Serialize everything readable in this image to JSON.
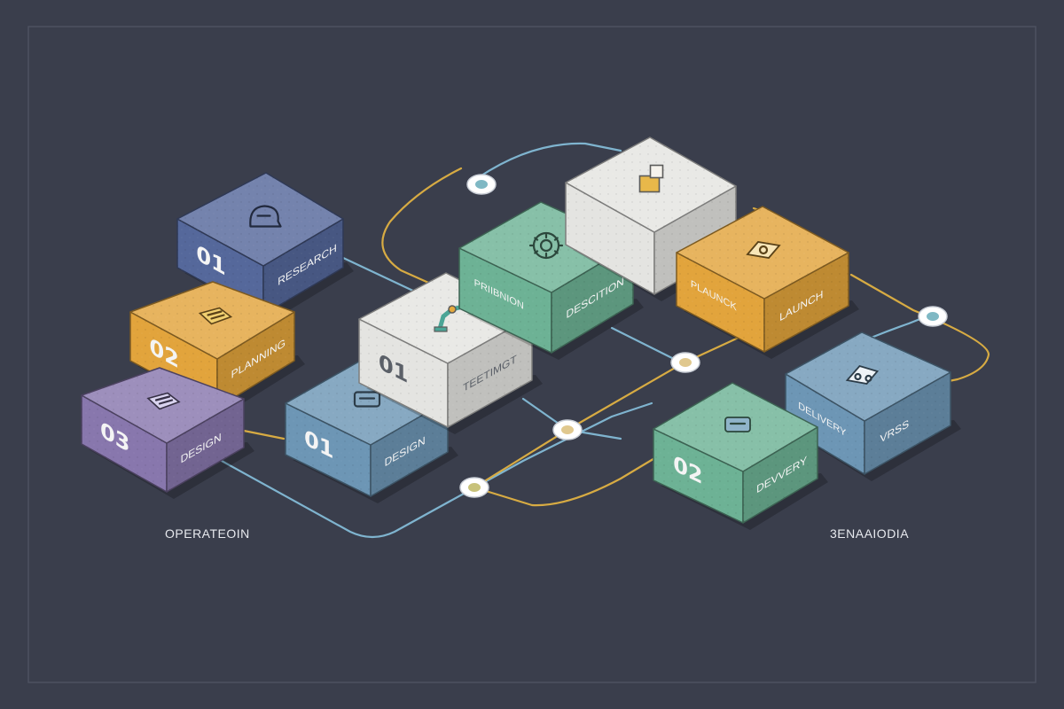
{
  "captions": {
    "left": "OPERATEOIN",
    "right": "3ENAAIODIA"
  },
  "colors": {
    "background": "#3a3e4c",
    "connector_blue": "#7fb4cf",
    "connector_yellow": "#d7ab43",
    "node_ring": "#ffffff",
    "node_center": "#7fb8c4"
  },
  "blocks": [
    {
      "name": "block-research",
      "number": "01",
      "label": "RESEARCH",
      "icon": "head-icon",
      "color": "#55689b"
    },
    {
      "name": "block-planning",
      "number": "02",
      "label": "PLANNING",
      "icon": "document-icon",
      "color": "#e2a43c"
    },
    {
      "name": "block-design-left",
      "number": "03",
      "label": "DESIGN",
      "icon": "blueprint-icon",
      "color": "#8877ad"
    },
    {
      "name": "block-design-mid",
      "number": "01",
      "label": "DESIGN",
      "icon": "device-icon",
      "color": "#6d96b5"
    },
    {
      "name": "block-testing",
      "number": "01",
      "label": "TEETIMGT",
      "icon": "robot-arm-icon",
      "color": "#e4e4e1"
    },
    {
      "name": "block-description",
      "number": "",
      "label": "DESCITION",
      "side_label": "PRIIBNION",
      "icon": "gear-icon",
      "color": "#6db295"
    },
    {
      "name": "block-top",
      "number": "",
      "label": "",
      "icon": "package-icon",
      "color": "#e4e4e1"
    },
    {
      "name": "block-launch",
      "number": "",
      "label": "LAUNCH",
      "side_label": "PLAUNCK",
      "icon": "ticket-icon",
      "color": "#e2a43c"
    },
    {
      "name": "block-delivery-top",
      "number": "",
      "label": "VRSS",
      "side_label": "DELIVERY",
      "icon": "truck-icon",
      "color": "#6d96b5"
    },
    {
      "name": "block-delivery",
      "number": "02",
      "label": "DEVVERY",
      "icon": "chip-icon",
      "color": "#6db295"
    }
  ]
}
